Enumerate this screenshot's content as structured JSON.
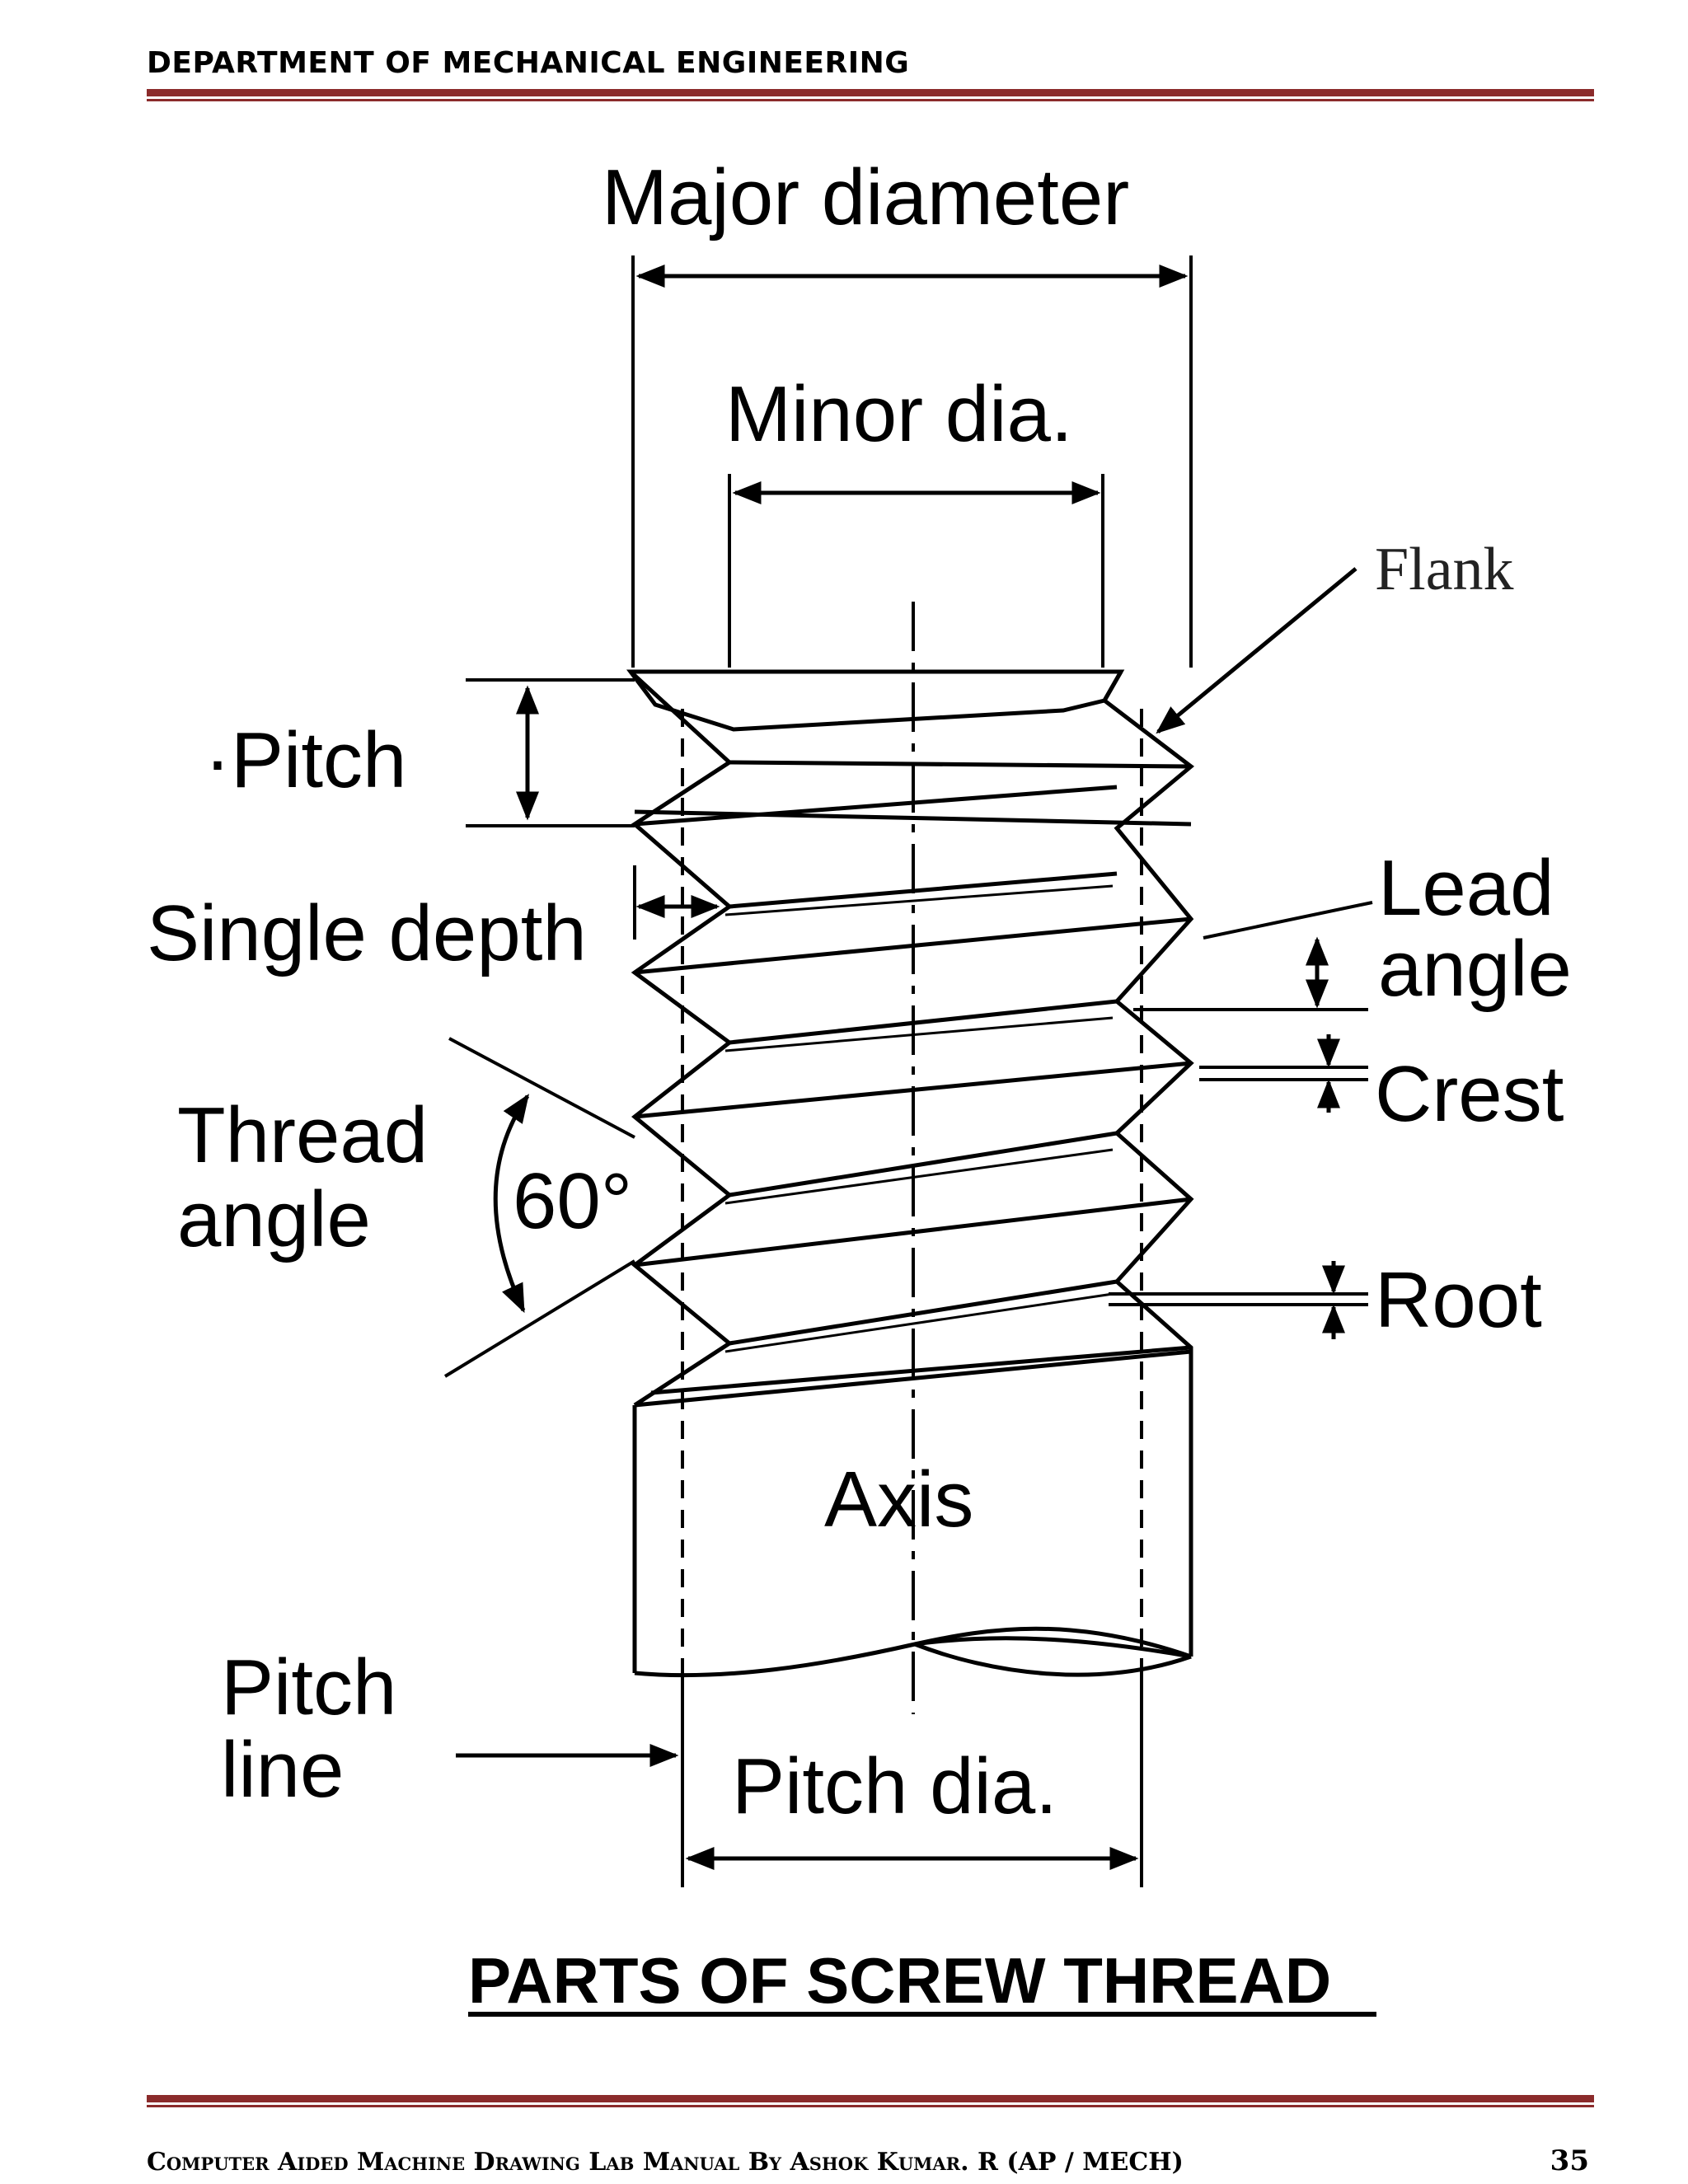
{
  "header": {
    "department": "DEPARTMENT OF MECHANICAL ENGINEERING"
  },
  "diagram": {
    "labels": {
      "major_diameter": "Major diameter",
      "minor_dia": "Minor dia.",
      "flank": "Flank",
      "pitch": "·Pitch",
      "single_depth": "Single depth",
      "lead": "Lead",
      "angle_lead": "angle",
      "crest": "Crest",
      "thread": "Thread",
      "angle_thread": "angle",
      "sixty": "60°",
      "root": "Root",
      "axis": "Axis",
      "pitch_line_1": "Pitch",
      "pitch_line_2": "line",
      "pitch_dia": "Pitch dia."
    },
    "caption": "PARTS OF SCREW THREAD"
  },
  "footer": {
    "text": "Computer Aided Machine Drawing Lab Manual By Ashok Kumar. R (AP / MECH)",
    "page": "35"
  }
}
